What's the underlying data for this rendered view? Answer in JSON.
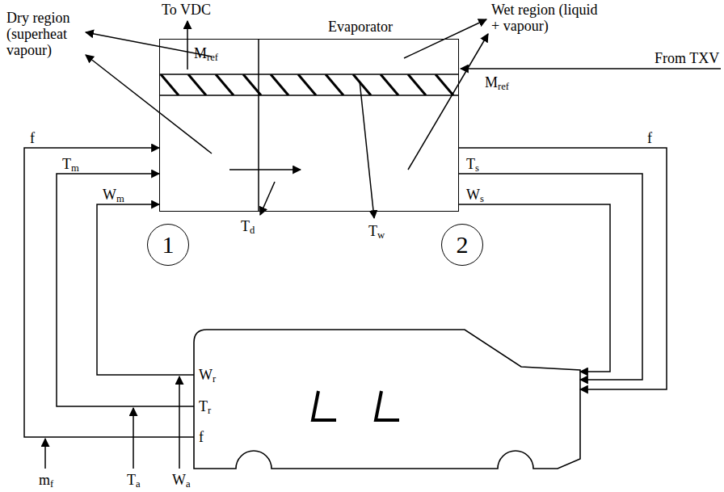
{
  "diagram": {
    "nodes": [
      {
        "text": [
          "Evaporator"
        ]
      },
      {
        "text": [
          "1"
        ]
      },
      {
        "text": [
          "2"
        ]
      },
      {
        "text": [
          "Wr",
          "Tr",
          "f"
        ]
      }
    ],
    "edges": [
      {
        "from": 3,
        "to": 0,
        "arrow": "to",
        "label": "f"
      },
      {
        "from": 3,
        "to": 0,
        "arrow": "to",
        "label": "Tm"
      },
      {
        "from": 3,
        "to": 0,
        "arrow": "to",
        "label": "Wm"
      },
      {
        "from": 0,
        "to": 3,
        "arrow": "to",
        "label": "f"
      },
      {
        "from": 0,
        "to": 3,
        "arrow": "to",
        "label": "Ts"
      },
      {
        "from": 0,
        "to": 3,
        "arrow": "to",
        "label": "Ws"
      }
    ],
    "labels": [
      "To VDC",
      "Mref",
      "Dry region (superheat vapour)",
      "Wet region (liquid + vapour)",
      "From TXV",
      "Mref",
      "Td",
      "Tw",
      "mf",
      "Ta",
      "Wa"
    ]
  }
}
